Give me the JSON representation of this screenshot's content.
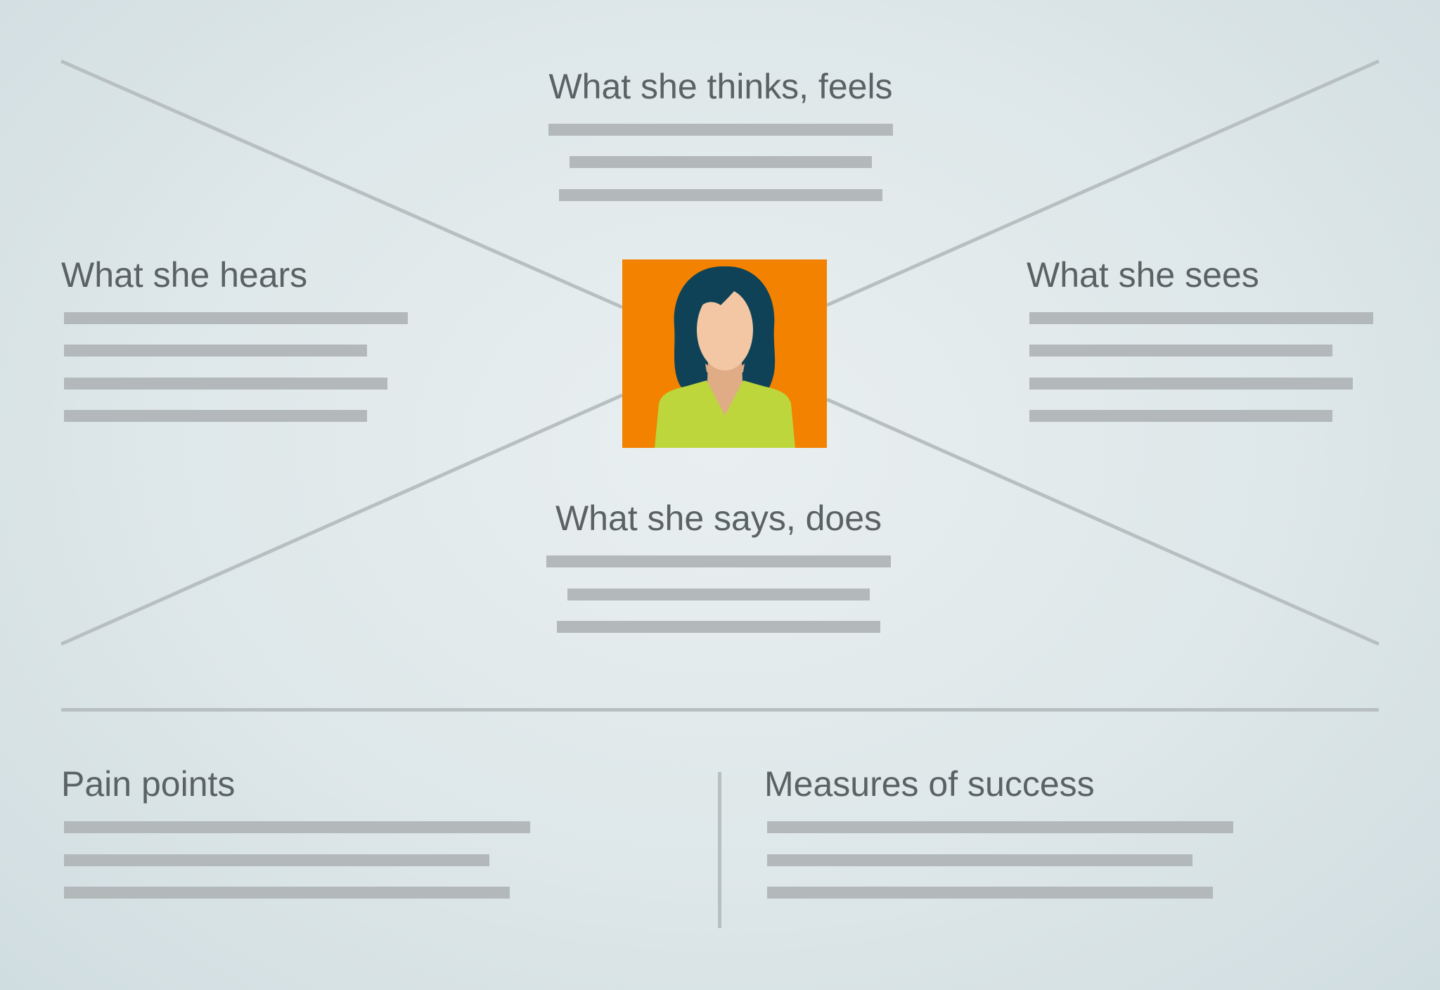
{
  "sections": {
    "thinks_feels": {
      "title": "What she thinks, feels"
    },
    "hears": {
      "title": "What she hears"
    },
    "sees": {
      "title": "What she sees"
    },
    "says_does": {
      "title": "What she says, does"
    },
    "pain_points": {
      "title": "Pain points"
    },
    "measures_of_success": {
      "title": "Measures of success"
    }
  },
  "persona": {
    "icon": "woman-avatar-icon",
    "background_color": "#f28200",
    "hair_color": "#0f4257",
    "skin_color": "#f3c7a4",
    "shirt_color": "#bcd63c"
  },
  "colors": {
    "lines": "#b8bfc0",
    "placeholder_bars": "#b3b9ba",
    "heading_text": "#5a6264"
  }
}
